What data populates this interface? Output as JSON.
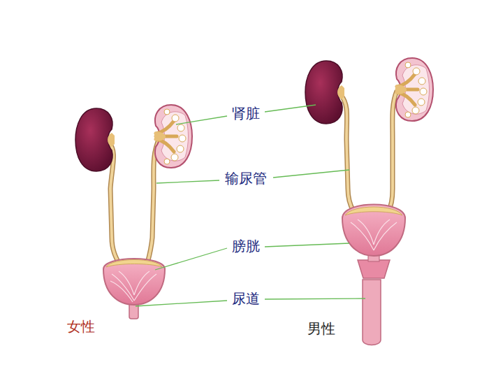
{
  "diagram": {
    "labels": [
      "肾脏",
      "输尿管",
      "膀胱",
      "尿道",
      "女性",
      "男性"
    ]
  }
}
